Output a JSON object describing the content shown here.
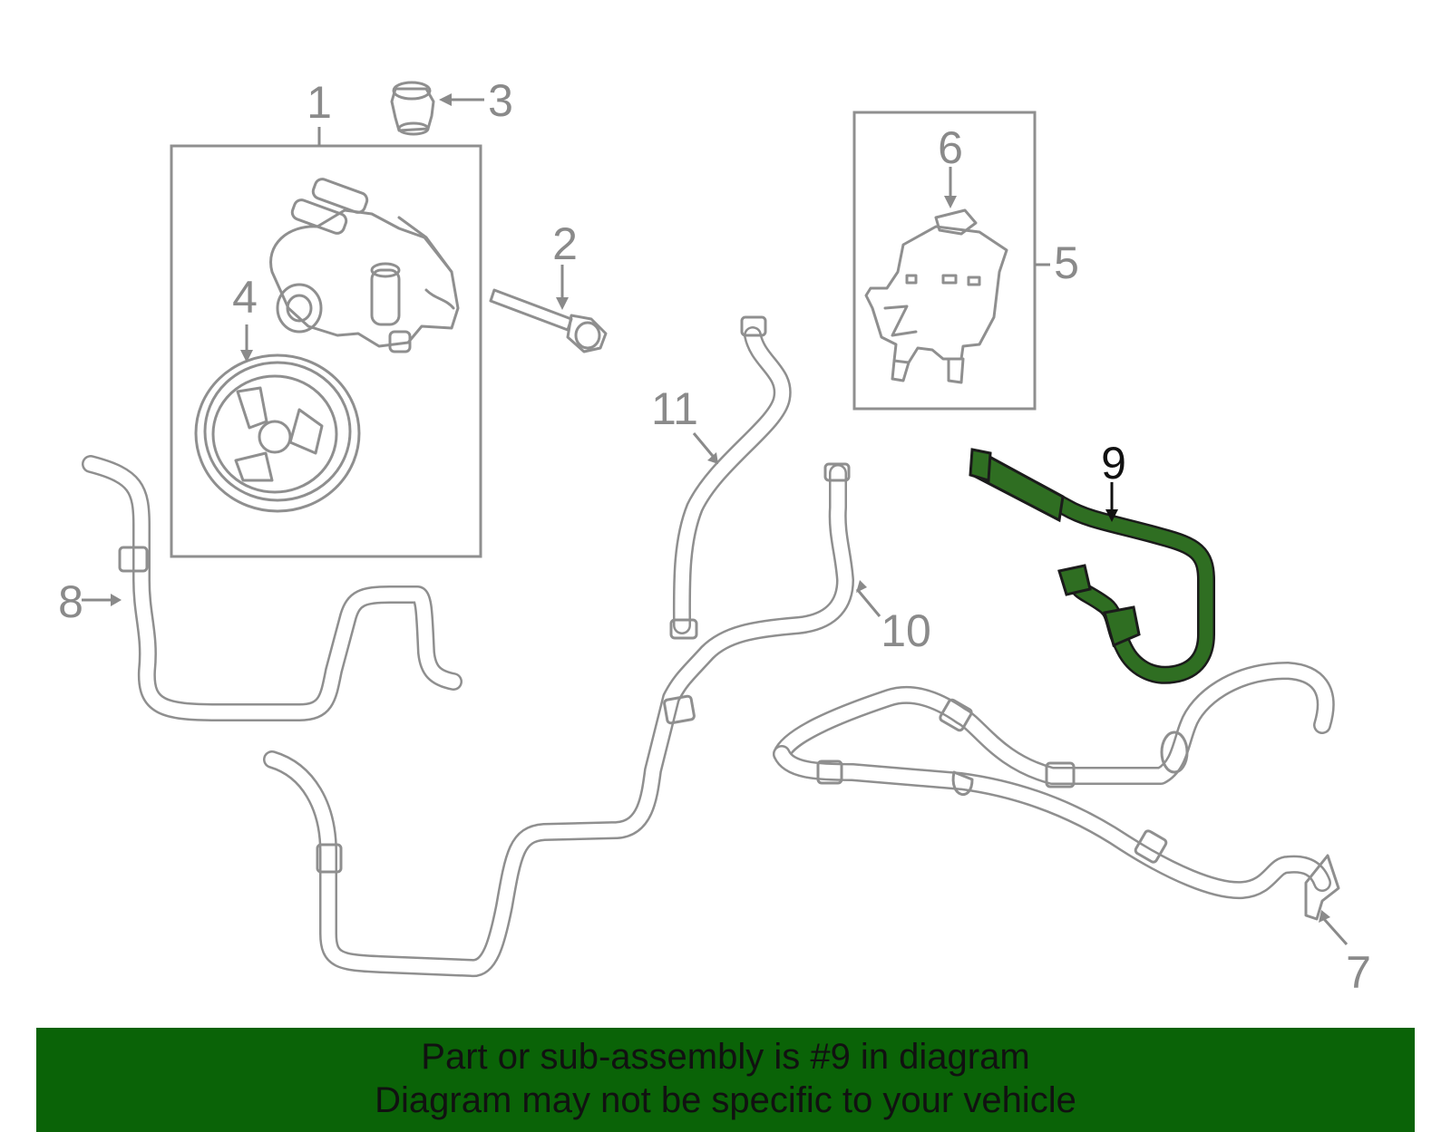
{
  "callouts": [
    "1",
    "2",
    "3",
    "4",
    "5",
    "6",
    "7",
    "8",
    "9",
    "10",
    "11"
  ],
  "highlighted_part": "9",
  "banner": {
    "line1": "Part or sub-assembly is #9 in diagram",
    "line2": "Diagram may not be specific to your vehicle",
    "color": "#0a6307"
  },
  "colors": {
    "outline": "#8f8f8f",
    "highlight_fill": "#2f6e22",
    "highlight_outline": "#1b1b1b"
  }
}
